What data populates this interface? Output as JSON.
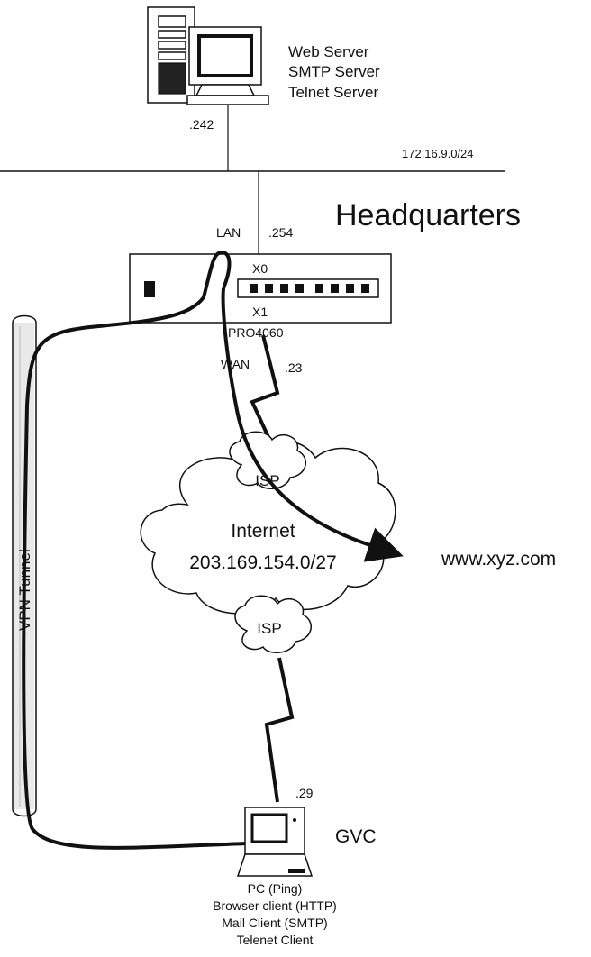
{
  "server": {
    "labels": [
      "Web Server",
      "SMTP Server",
      "Telnet Server"
    ],
    "ip_suffix": ".242"
  },
  "lan": {
    "subnet": "172.16.9.0/24"
  },
  "headquarters": {
    "title": "Headquarters",
    "lan_label": "LAN",
    "lan_ip": ".254",
    "port_x0": "X0",
    "port_x1": "X1",
    "device_model": "PRO4060",
    "wan_label": "WAN",
    "wan_ip": ".23"
  },
  "internet": {
    "isp_top": "ISP",
    "isp_bottom": "ISP",
    "name": "Internet",
    "subnet": "203.169.154.0/27"
  },
  "destination": {
    "host": "www.xyz.com"
  },
  "tunnel": {
    "label": "VPN Tunnel"
  },
  "client": {
    "name": "GVC",
    "ip_suffix": ".29",
    "roles": [
      "PC (Ping)",
      "Browser client (HTTP)",
      "Mail Client (SMTP)",
      "Telenet Client"
    ]
  }
}
